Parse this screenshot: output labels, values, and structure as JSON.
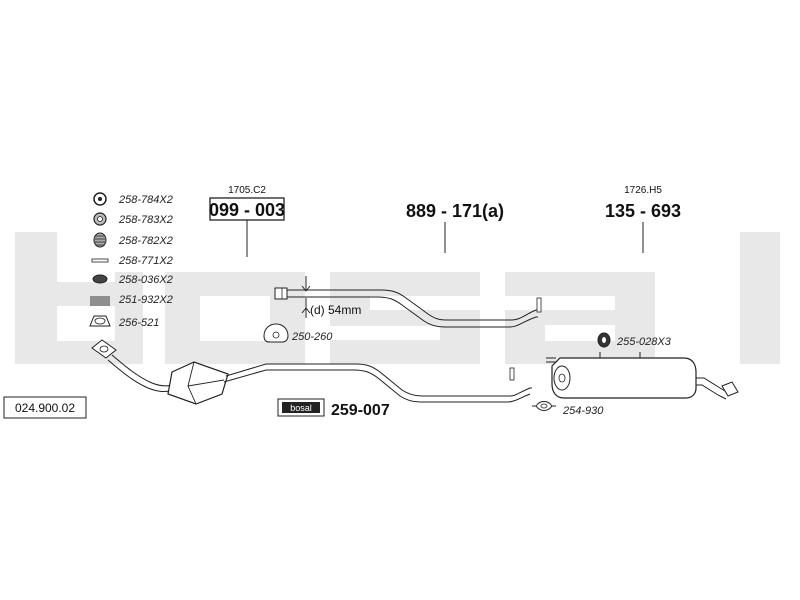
{
  "watermark": "bosal",
  "assembly_number": "024.900.02",
  "legend": [
    {
      "icon": "washer-ring-icon",
      "code": "258-784X2"
    },
    {
      "icon": "nut-icon",
      "code": "258-783X2"
    },
    {
      "icon": "spring-icon",
      "code": "258-782X2"
    },
    {
      "icon": "bolt-icon",
      "code": "258-771X2"
    },
    {
      "icon": "rubber-mount-icon",
      "code": "258-036X2"
    },
    {
      "icon": "coil-spring-icon",
      "code": "251-932X2"
    },
    {
      "icon": "gasket-icon",
      "code": "256-521"
    }
  ],
  "parts": {
    "cat": {
      "ref": "1705.C2",
      "code": "099 - 003"
    },
    "mid": {
      "code": "889 - 171(a)",
      "note": "(d) 54mm"
    },
    "rear": {
      "ref": "1726.H5",
      "code": "135 - 693"
    },
    "clamp": {
      "code": "250-260"
    },
    "mount": {
      "code": "255-028X3"
    },
    "clamp2": {
      "code": "254-930"
    },
    "kit": {
      "code": "259-007",
      "badge": "bosal"
    }
  },
  "colors": {
    "watermark": "#e9e9e9",
    "line": "#222222",
    "background": "#ffffff"
  }
}
